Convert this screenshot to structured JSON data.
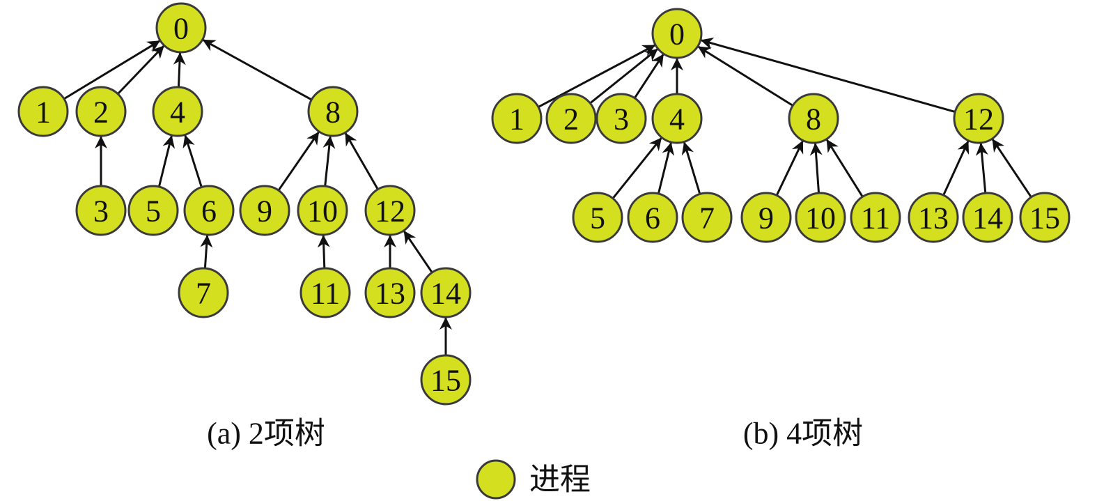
{
  "colors": {
    "node_fill": "#d4e01f",
    "node_stroke": "#3a3a3a",
    "edge": "#111111",
    "text": "#111111"
  },
  "trees": [
    {
      "id": "binomial-2",
      "caption": "(a)  2项树",
      "nodes": [
        "0",
        "1",
        "2",
        "3",
        "4",
        "5",
        "6",
        "7",
        "8",
        "9",
        "10",
        "11",
        "12",
        "13",
        "14",
        "15"
      ],
      "edges": [
        [
          "1",
          "0"
        ],
        [
          "2",
          "0"
        ],
        [
          "4",
          "0"
        ],
        [
          "8",
          "0"
        ],
        [
          "3",
          "2"
        ],
        [
          "5",
          "4"
        ],
        [
          "6",
          "4"
        ],
        [
          "7",
          "6"
        ],
        [
          "9",
          "8"
        ],
        [
          "10",
          "8"
        ],
        [
          "12",
          "8"
        ],
        [
          "11",
          "10"
        ],
        [
          "13",
          "12"
        ],
        [
          "14",
          "12"
        ],
        [
          "15",
          "14"
        ]
      ]
    },
    {
      "id": "binomial-4",
      "caption": "(b)  4项树",
      "nodes": [
        "0",
        "1",
        "2",
        "3",
        "4",
        "5",
        "6",
        "7",
        "8",
        "9",
        "10",
        "11",
        "12",
        "13",
        "14",
        "15"
      ],
      "edges": [
        [
          "1",
          "0"
        ],
        [
          "2",
          "0"
        ],
        [
          "3",
          "0"
        ],
        [
          "4",
          "0"
        ],
        [
          "8",
          "0"
        ],
        [
          "12",
          "0"
        ],
        [
          "5",
          "4"
        ],
        [
          "6",
          "4"
        ],
        [
          "7",
          "4"
        ],
        [
          "9",
          "8"
        ],
        [
          "10",
          "8"
        ],
        [
          "11",
          "8"
        ],
        [
          "13",
          "12"
        ],
        [
          "14",
          "12"
        ],
        [
          "15",
          "12"
        ]
      ]
    }
  ],
  "legend": {
    "icon": "process-node-icon",
    "label": "进程"
  }
}
